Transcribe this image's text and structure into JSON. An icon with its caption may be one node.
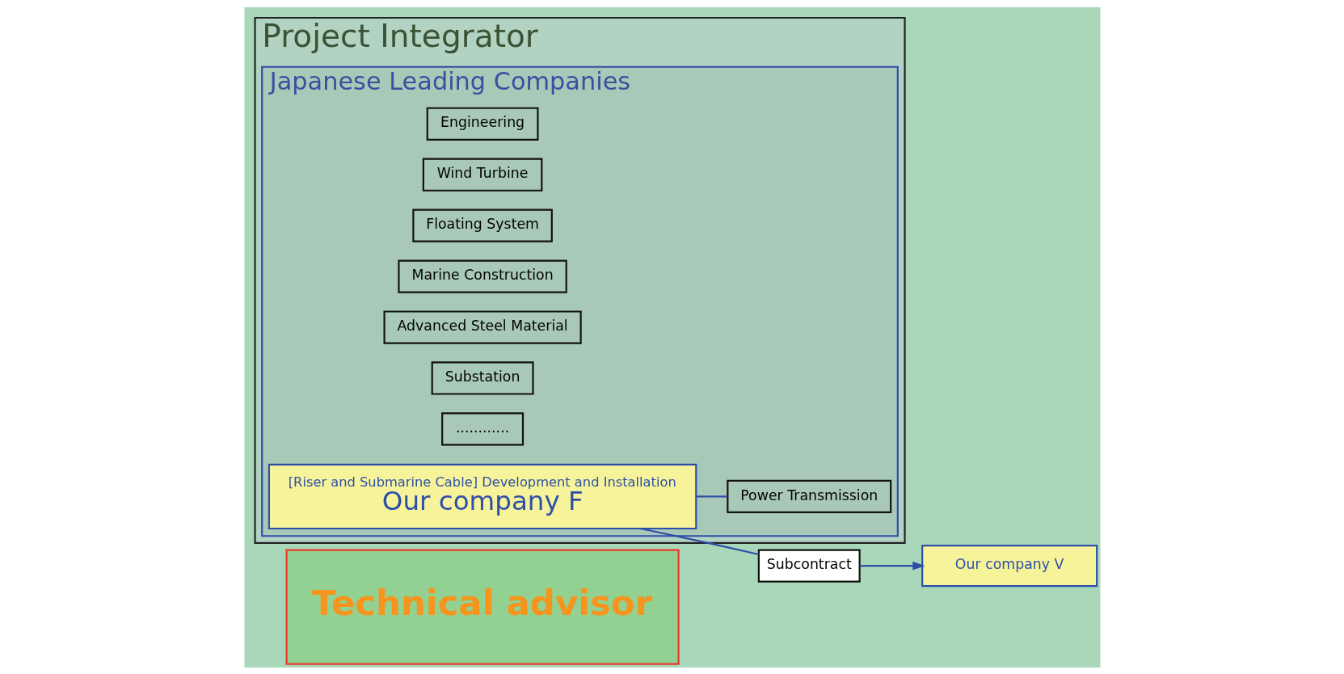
{
  "diagram": {
    "nodes": [
      {
        "text": [
          "Technical advisor"
        ]
      },
      {
        "text": [
          "Project Integrator"
        ]
      },
      {
        "text": [
          "Japanese Leading Companies"
        ],
        "in": 1
      },
      {
        "text": [
          "Engineering"
        ],
        "in": 2
      },
      {
        "text": [
          "Wind Turbine"
        ],
        "in": 2
      },
      {
        "text": [
          "Floating System"
        ],
        "in": 2
      },
      {
        "text": [
          "Marine Construction"
        ],
        "in": 2
      },
      {
        "text": [
          "Advanced Steel Material"
        ],
        "in": 2
      },
      {
        "text": [
          "Substation"
        ],
        "in": 2
      },
      {
        "text": [
          "Power Transmission"
        ],
        "in": 2
      },
      {
        "text": [
          "............"
        ],
        "in": 2
      },
      {
        "text": [
          "[Riser and Submarine Cable] Development and Installation",
          "Our company F"
        ],
        "in": 2
      },
      {
        "text": [
          "Subcontract"
        ]
      },
      {
        "text": [
          "Our company V"
        ]
      }
    ],
    "edges": [
      {
        "from": 11,
        "to": 9,
        "arrow": "none",
        "color": "#2e4fa8"
      },
      {
        "from": 11,
        "to": 12,
        "arrow": "none",
        "color": "#2e4fa8"
      },
      {
        "from": 12,
        "to": 13,
        "arrow": "to",
        "color": "#2e4fa8"
      }
    ]
  }
}
